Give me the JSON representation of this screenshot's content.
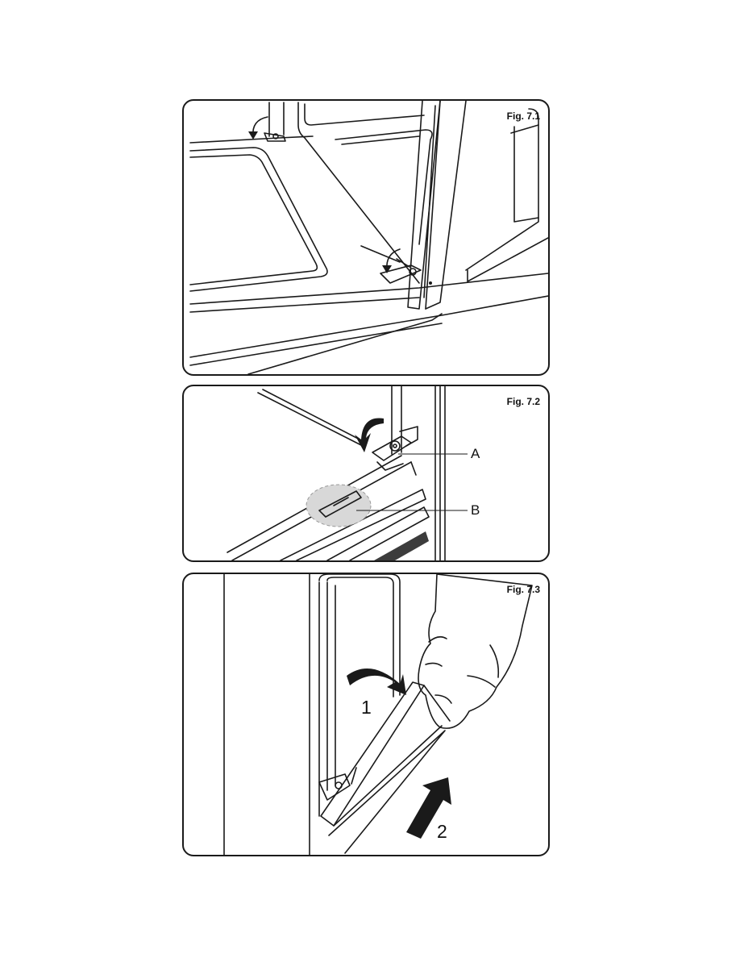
{
  "figures": [
    {
      "label": "Fig. 7.1"
    },
    {
      "label": "Fig. 7.2",
      "callouts": [
        "A",
        "B"
      ]
    },
    {
      "label": "Fig. 7.3",
      "steps": [
        "1",
        "2"
      ]
    }
  ]
}
